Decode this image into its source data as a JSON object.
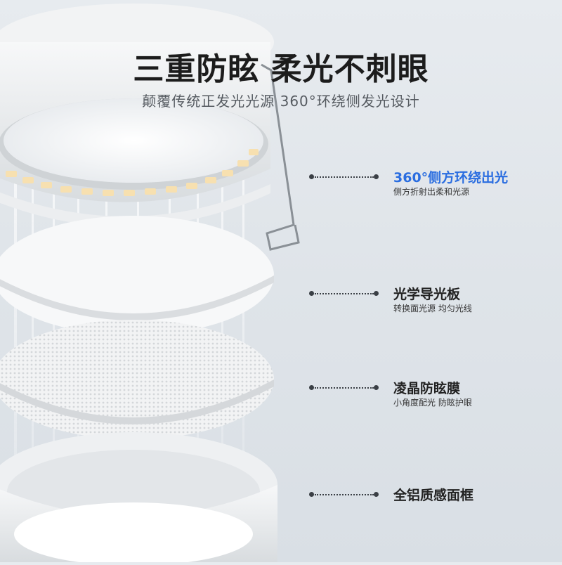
{
  "header": {
    "title": "三重防眩 柔光不刺眼",
    "subtitle": "颠覆传统正发光光源 360°环绕侧发光设计"
  },
  "callouts": [
    {
      "title": "360°侧方环绕出光",
      "desc": "侧方折射出柔和光源",
      "accent": "#2a6de0"
    },
    {
      "title": "光学导光板",
      "desc": "转换面光源 均匀光线"
    },
    {
      "title": "凌晶防眩膜",
      "desc": "小角度配光 防眩护眼"
    },
    {
      "title": "全铝质感面框",
      "desc": ""
    }
  ]
}
